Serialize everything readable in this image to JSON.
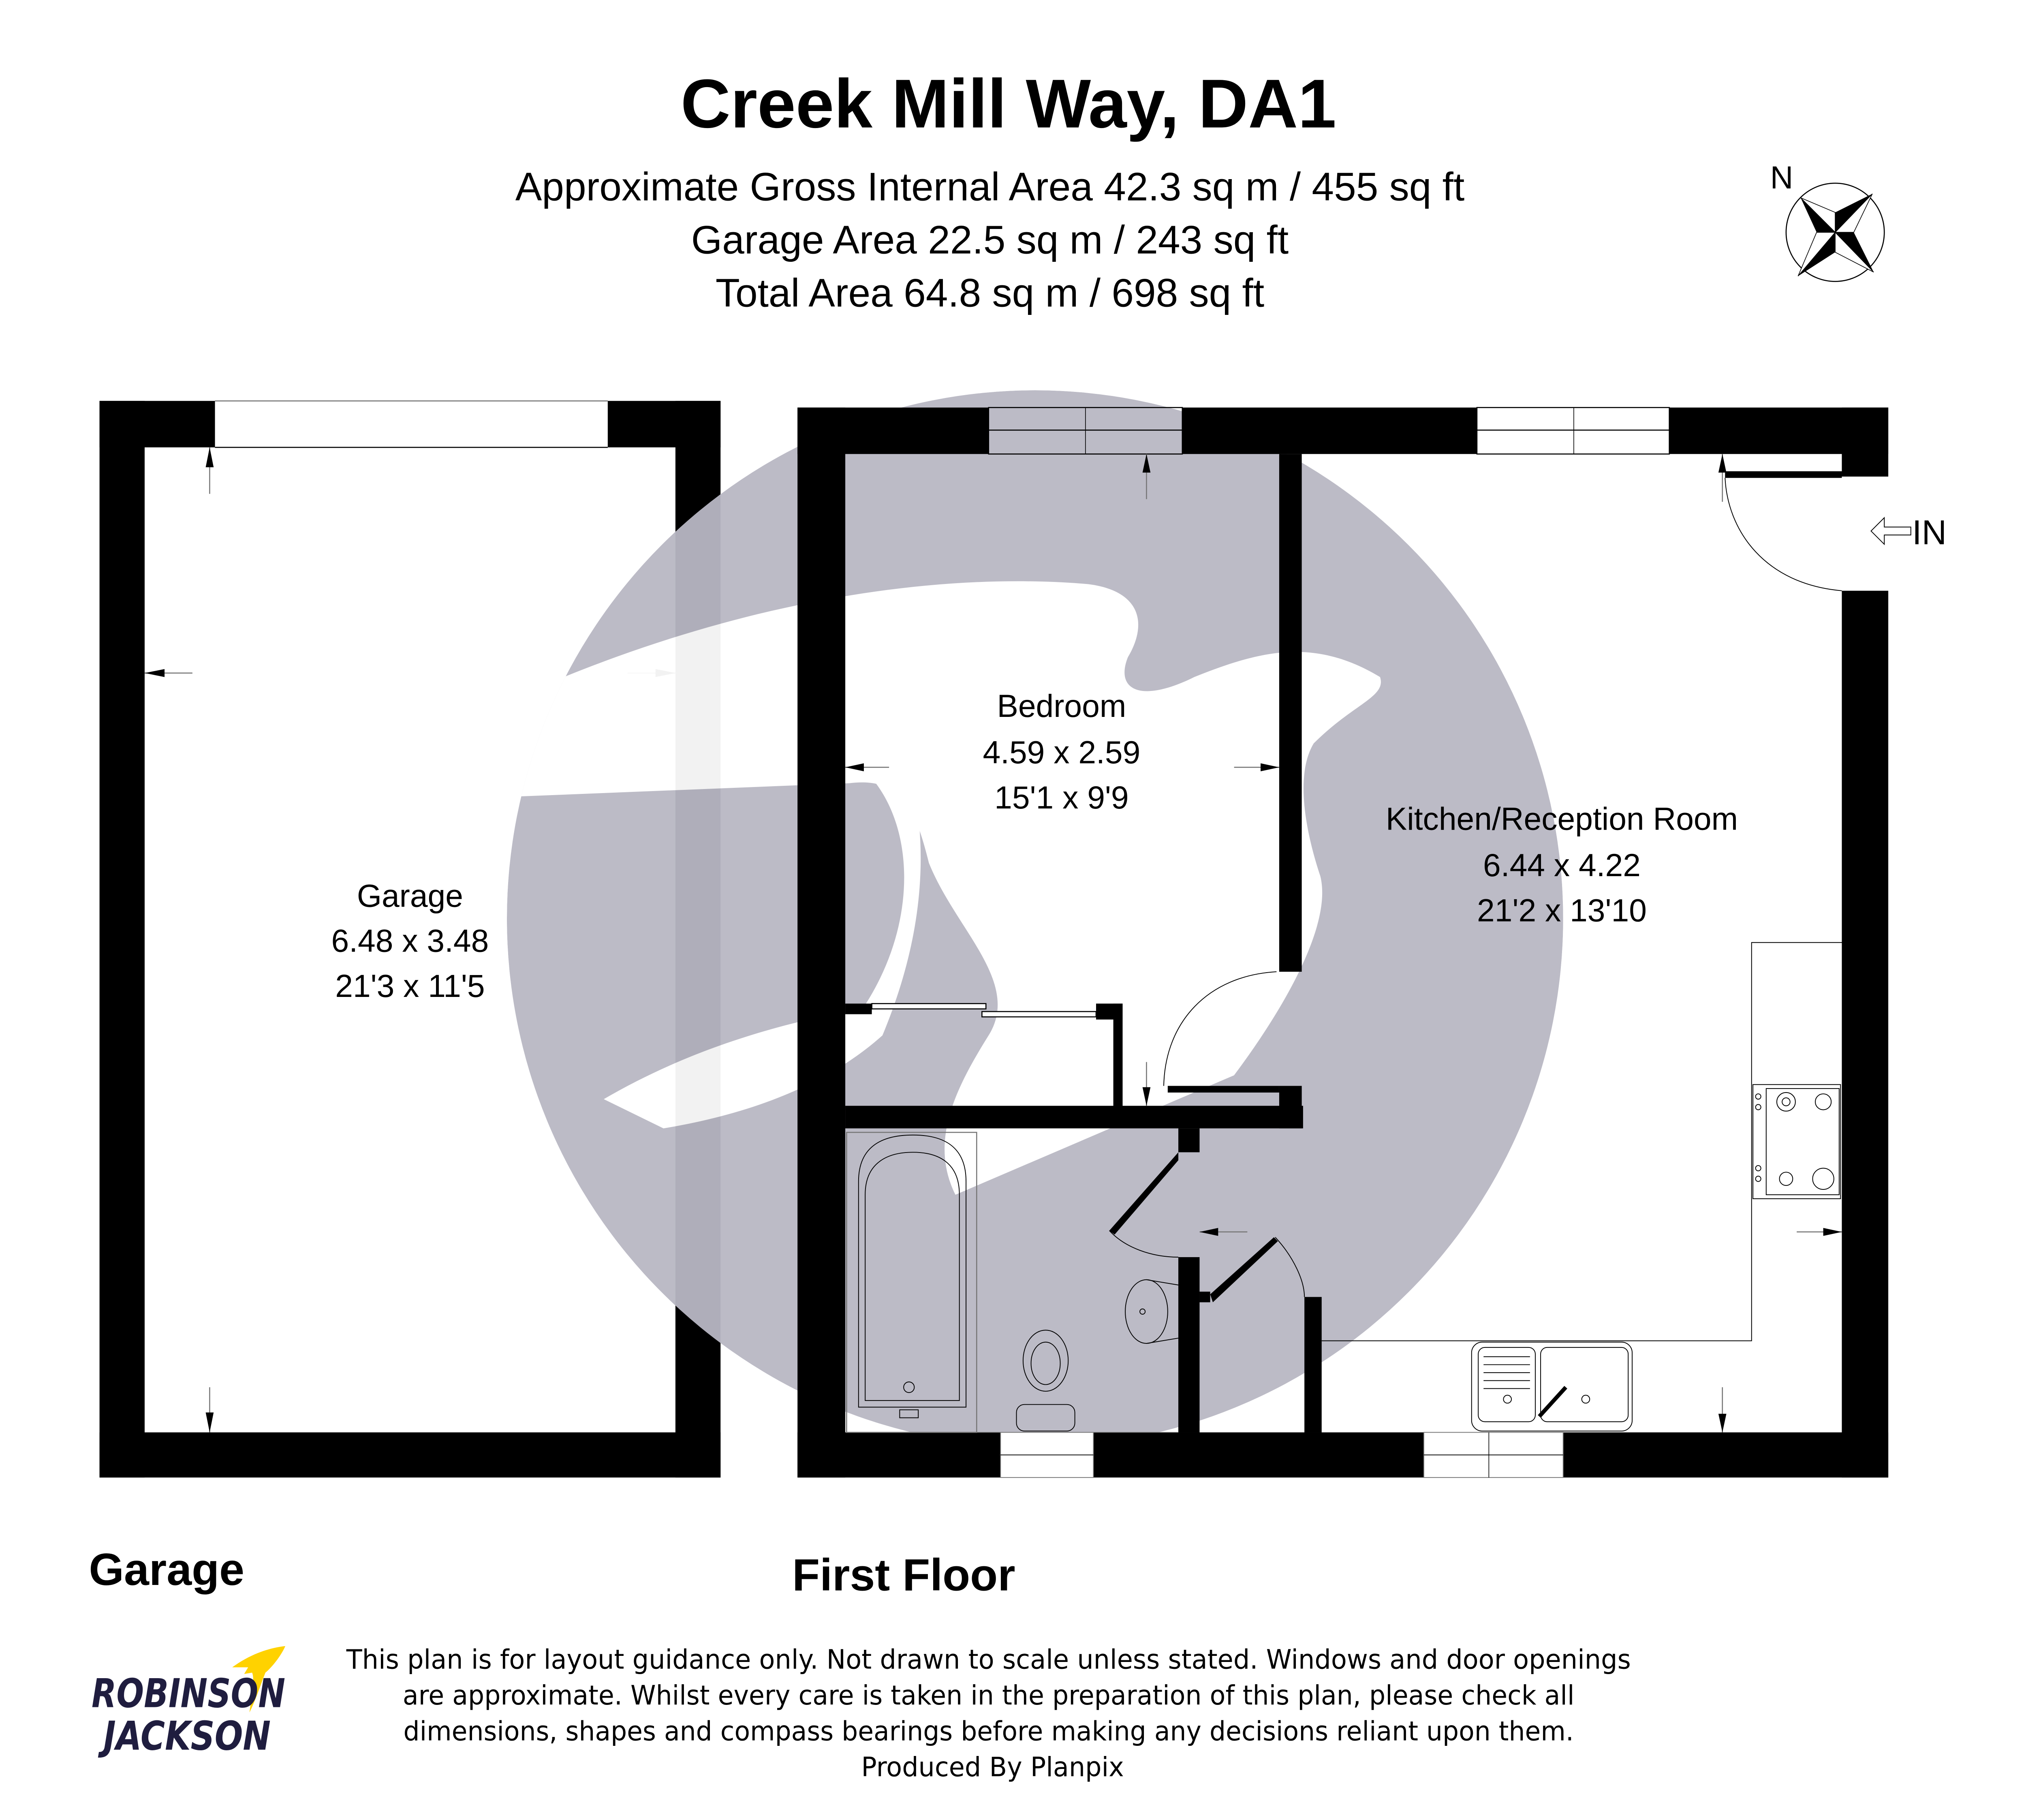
{
  "header": {
    "title": "Creek Mill Way, DA1",
    "areas": [
      "Approximate Gross Internal Area 42.3 sq m / 455 sq ft",
      "Garage Area 22.5 sq m / 243 sq ft",
      "Total Area 64.8 sq m / 698 sq ft"
    ]
  },
  "compass": {
    "label": "N",
    "icon": "compass-rose-icon"
  },
  "rooms": {
    "garage": {
      "name": "Garage",
      "metric": "6.48 x 3.48",
      "imperial": "21'3 x 11'5"
    },
    "bedroom": {
      "name": "Bedroom",
      "metric": "4.59 x 2.59",
      "imperial": "15'1 x 9'9"
    },
    "kitchen": {
      "name": "Kitchen/Reception Room",
      "metric": "6.44 x 4.22",
      "imperial": "21'2 x 13'10"
    }
  },
  "entrance": {
    "label": "IN"
  },
  "floors": {
    "garage": "Garage",
    "first": "First Floor"
  },
  "brand": {
    "line1": "ROBINSON",
    "line2": "JACKSON",
    "navy": "#1f1d3f",
    "yellow": "#ffd200"
  },
  "watermark_color": "#b9b8c4",
  "disclaimer": [
    "This plan is for layout guidance only. Not drawn to scale unless stated. Windows and door openings",
    "are approximate. Whilst every care is taken in the preparation of this plan, please check all",
    "dimensions, shapes and compass bearings before making any decisions reliant upon them.",
    "Produced By Planpix"
  ]
}
